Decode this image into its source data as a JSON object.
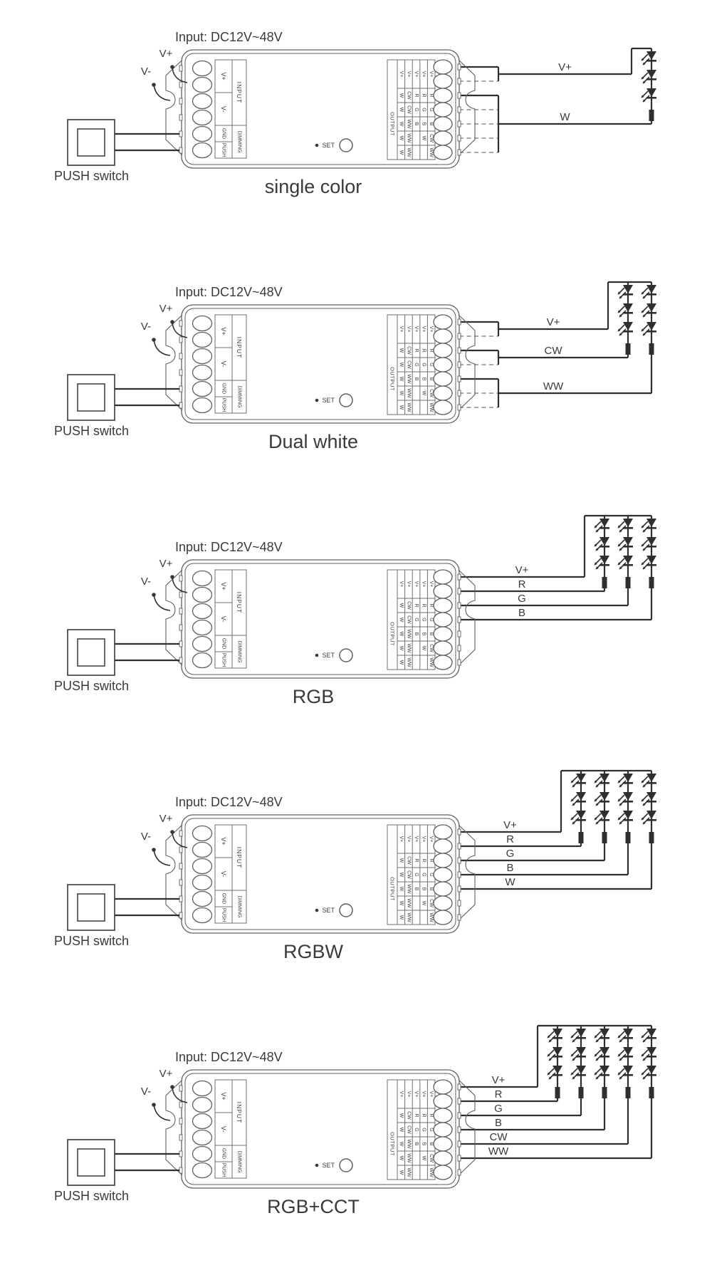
{
  "colors": {
    "wire": "#2f2f2f",
    "dashed_wire": "#8a8a8a",
    "device_stroke": "#5f5f5f",
    "table_stroke": "#6f6f6f",
    "text": "#3a3a3a"
  },
  "shared": {
    "input_rating_label": "Input: DC12V~48V",
    "supply_positive": "V+",
    "supply_negative": "V-",
    "push_switch_label": "PUSH switch"
  },
  "device": {
    "input_header": "INPUT",
    "dimming_header": "DIMMING",
    "output_header": "OUTPUT",
    "set_button_label": "SET",
    "input_terminals": [
      "V+",
      "V-",
      "GND",
      "PUSH"
    ],
    "output_vplus_label": "V+",
    "output_matrix": [
      [
        "W",
        "CW",
        "R",
        "R",
        "R"
      ],
      [
        "W",
        "CW",
        "G",
        "G",
        "G"
      ],
      [
        "W",
        "WW",
        "B",
        "B",
        "B"
      ],
      [
        "W",
        "WW",
        "",
        "W",
        "CW"
      ],
      [
        "W",
        "WW",
        "",
        "",
        "WW"
      ]
    ]
  },
  "diagrams": [
    {
      "title": "single color",
      "wiring": "bracket",
      "led_chains": 1,
      "outputs": [
        {
          "label": "V+",
          "role": "vplus",
          "solid_terminals": [
            1
          ],
          "dashed_terminals": [
            2
          ]
        },
        {
          "label": "W",
          "role": "channel",
          "solid_terminals": [
            3
          ],
          "dashed_terminals": [
            4,
            5,
            6,
            7
          ]
        }
      ]
    },
    {
      "title": "Dual white",
      "wiring": "bracket",
      "led_chains": 2,
      "outputs": [
        {
          "label": "V+",
          "role": "vplus",
          "solid_terminals": [
            1
          ],
          "dashed_terminals": [
            2
          ]
        },
        {
          "label": "CW",
          "role": "channel",
          "solid_terminals": [
            3
          ],
          "dashed_terminals": [
            4
          ]
        },
        {
          "label": "WW",
          "role": "channel",
          "solid_terminals": [
            5
          ],
          "dashed_terminals": [
            6,
            7
          ]
        }
      ]
    },
    {
      "title": "RGB",
      "wiring": "direct",
      "led_chains": 3,
      "outputs": [
        {
          "label": "V+",
          "role": "vplus",
          "terminal": 1
        },
        {
          "label": "R",
          "role": "channel",
          "terminal": 2
        },
        {
          "label": "G",
          "role": "channel",
          "terminal": 3
        },
        {
          "label": "B",
          "role": "channel",
          "terminal": 4
        }
      ]
    },
    {
      "title": "RGBW",
      "wiring": "direct",
      "led_chains": 4,
      "outputs": [
        {
          "label": "V+",
          "role": "vplus",
          "terminal": 1
        },
        {
          "label": "R",
          "role": "channel",
          "terminal": 2
        },
        {
          "label": "G",
          "role": "channel",
          "terminal": 3
        },
        {
          "label": "B",
          "role": "channel",
          "terminal": 4
        },
        {
          "label": "W",
          "role": "channel",
          "terminal": 5
        }
      ]
    },
    {
      "title": "RGB+CCT",
      "wiring": "direct",
      "led_chains": 5,
      "outputs": [
        {
          "label": "V+",
          "role": "vplus",
          "terminal": 1
        },
        {
          "label": "R",
          "role": "channel",
          "terminal": 2
        },
        {
          "label": "G",
          "role": "channel",
          "terminal": 3
        },
        {
          "label": "B",
          "role": "channel",
          "terminal": 4
        },
        {
          "label": "CW",
          "role": "channel",
          "terminal": 5
        },
        {
          "label": "WW",
          "role": "channel",
          "terminal": 6
        }
      ]
    }
  ]
}
